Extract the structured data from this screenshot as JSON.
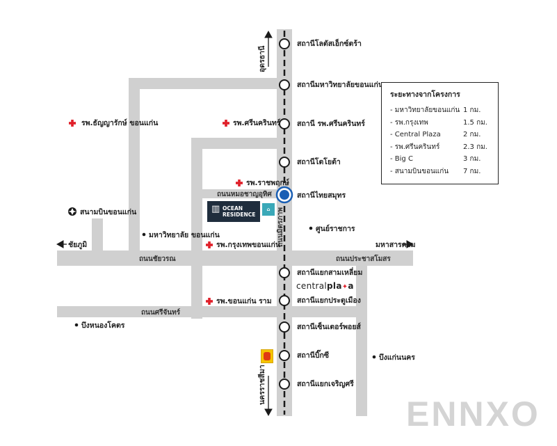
{
  "stations": [
    {
      "name": "สถานีโลตัสเอ็กซ์ตร้า"
    },
    {
      "name": "สถานีมหาวิทยาลัยขอนแก่น"
    },
    {
      "name": "สถานี รพ.ศรีนครินทร์"
    },
    {
      "name": "สถานีโตโยต้า"
    },
    {
      "name": "สถานีไทยสมุทร"
    },
    {
      "name": "สถานีแยกสามเหลี่ยม"
    },
    {
      "name": "สถานีแยกประตูเมือง"
    },
    {
      "name": "สถานีเซ็นเตอร์พอยส์"
    },
    {
      "name": "สถานีบิ๊กซี"
    },
    {
      "name": "สถานีแยกเจริญศรี"
    }
  ],
  "roads": {
    "lui_road": "ถนนหมอชาญอุทิศ",
    "mittraphap": "ถนนมิตรภาพ",
    "prachasamosorn": "ถนนประชาสโมสร",
    "srichan": "ถนนศรีจันทร์",
    "chai_rom": "ถนนชัยวรณ"
  },
  "directions": {
    "north": "อุดรธานี",
    "south": "นครราชสีมา",
    "east": "มหาสารคาม",
    "west": "ชัยภูมิ"
  },
  "landmarks": {
    "hosp_thanyarak": "รพ.ธัญญารักษ์ ขอนแก่น",
    "hosp_srinagarind": "รพ.ศรีนครินทร์",
    "hosp_rajpruek": "รพ.ราชพฤกษ์",
    "hosp_bangkok": "รพ.กรุงเทพขอนแก่น",
    "hosp_khonkaen_ram": "รพ.ขอนแก่น ราม",
    "airport": "สนามบินขอนแก่น",
    "kku": "มหาวิทยาลัย ขอนแก่น",
    "gov_center": "ศูนย์ราชการ",
    "bueng_nong_khot": "บึงหนองโคตร",
    "bueng_kaen_nakhon": "บึงแก่นนคร"
  },
  "project": {
    "line1": "OCEAN",
    "line2": "RESIDENCE"
  },
  "central_logo": {
    "part1": "central",
    "part2": "pla",
    "part3": "a"
  },
  "legend": {
    "title": "ระยะทางจากโครงการ",
    "rows": [
      {
        "label": "- มหาวิทยาลัยขอนแก่น",
        "dist": "1 กม."
      },
      {
        "label": "- รพ.กรุงเทพ",
        "dist": "1.5 กม."
      },
      {
        "label": "- Central Plaza",
        "dist": "2 กม."
      },
      {
        "label": "- รพ.ศรีนครินทร์",
        "dist": "2.3 กม."
      },
      {
        "label": "- Big C",
        "dist": "3 กม."
      },
      {
        "label": "- สนามบินขอนแก่น",
        "dist": "7 กม."
      }
    ]
  },
  "watermark": "ENNXO",
  "colors": {
    "road": "#d0d0d0",
    "line": "#1a1a1a",
    "hospital": "#e0202a",
    "project_station": "#1a5fb4"
  }
}
